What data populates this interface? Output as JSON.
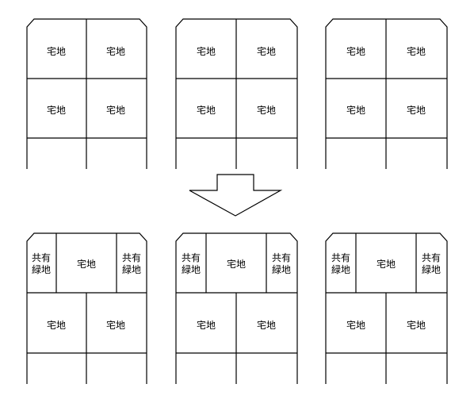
{
  "diagram": {
    "labels": {
      "residential": "宅地",
      "shared_green_line1": "共有",
      "shared_green_line2": "緑地"
    },
    "blocks_before": [
      {
        "cells": [
          "宅地",
          "宅地",
          "宅地",
          "宅地"
        ]
      },
      {
        "cells": [
          "宅地",
          "宅地",
          "宅地",
          "宅地"
        ]
      },
      {
        "cells": [
          "宅地",
          "宅地",
          "宅地",
          "宅地"
        ]
      }
    ],
    "blocks_after": [
      {
        "top": [
          "共有緑地",
          "宅地",
          "共有緑地"
        ],
        "middle": [
          "宅地",
          "宅地"
        ]
      },
      {
        "top": [
          "共有緑地",
          "宅地",
          "共有緑地"
        ],
        "middle": [
          "宅地",
          "宅地"
        ]
      },
      {
        "top": [
          "共有緑地",
          "宅地",
          "共有緑地"
        ],
        "middle": [
          "宅地",
          "宅地"
        ]
      }
    ],
    "arrow_direction": "down"
  }
}
